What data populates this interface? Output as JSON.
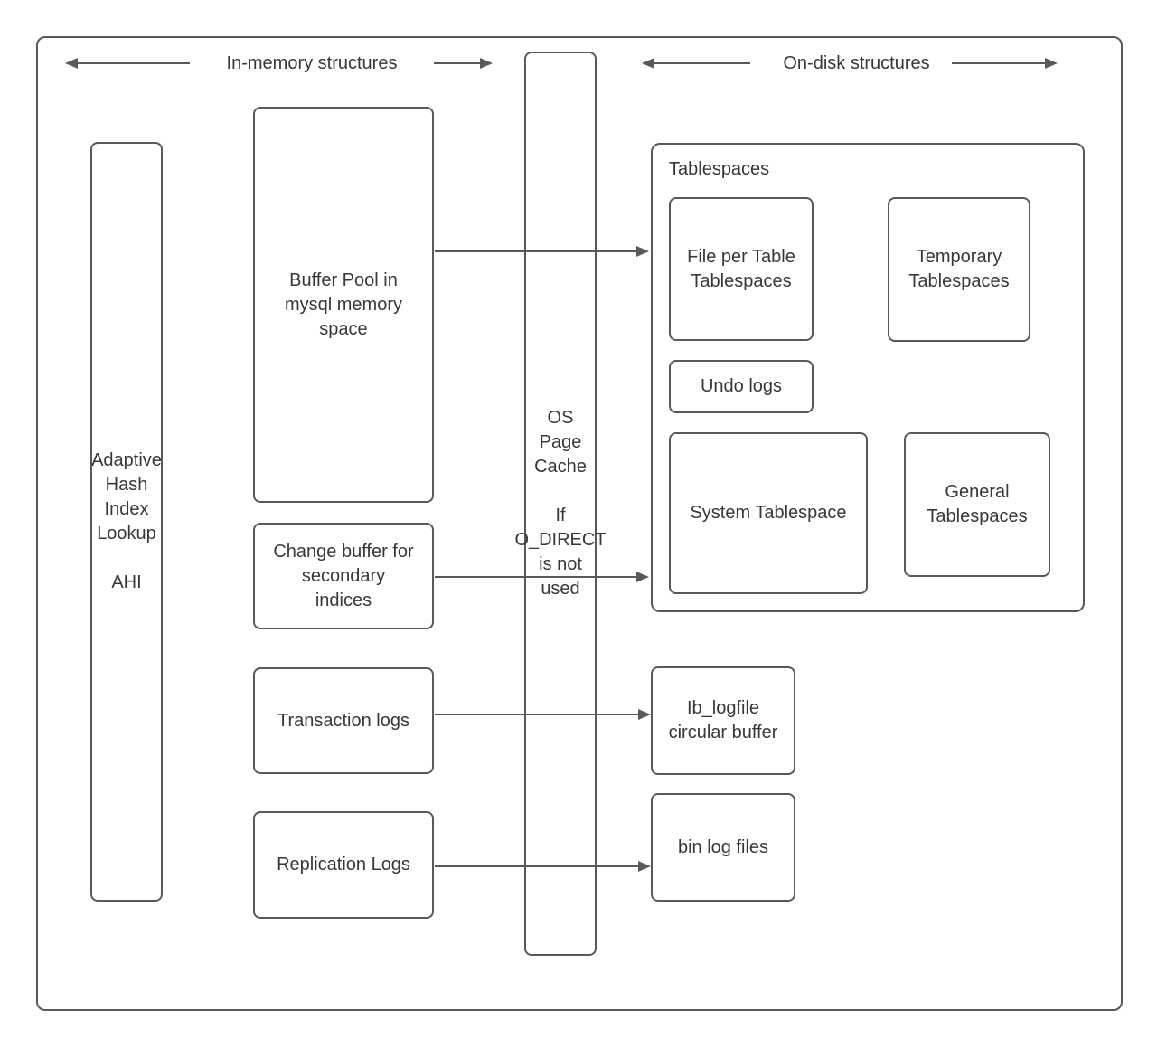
{
  "diagram": {
    "headers": {
      "in_memory": "In-memory structures",
      "on_disk": "On-disk structures"
    },
    "nodes": {
      "ahi": "Adaptive\nHash\nIndex\nLookup\n\nAHI",
      "buffer_pool": "Buffer Pool in\nmysql memory\nspace",
      "change_buffer": "Change buffer for\nsecondary\nindices",
      "transaction_logs": "Transaction logs",
      "replication_logs": "Replication Logs",
      "os_page_cache": "OS\nPage\nCache\n\nIf\nO_DIRECT\nis not\nused",
      "tablespaces_label": "Tablespaces",
      "file_per_table": "File per Table\nTablespaces",
      "temporary_tablespaces": "Temporary\nTablespaces",
      "undo_logs": "Undo logs",
      "system_tablespace": "System Tablespace",
      "general_tablespaces": "General\nTablespaces",
      "ib_logfile": "Ib_logfile\ncircular buffer",
      "bin_log_files": "bin log files"
    },
    "colors": {
      "stroke": "#595959",
      "text": "#383838",
      "background": "#ffffff"
    }
  }
}
